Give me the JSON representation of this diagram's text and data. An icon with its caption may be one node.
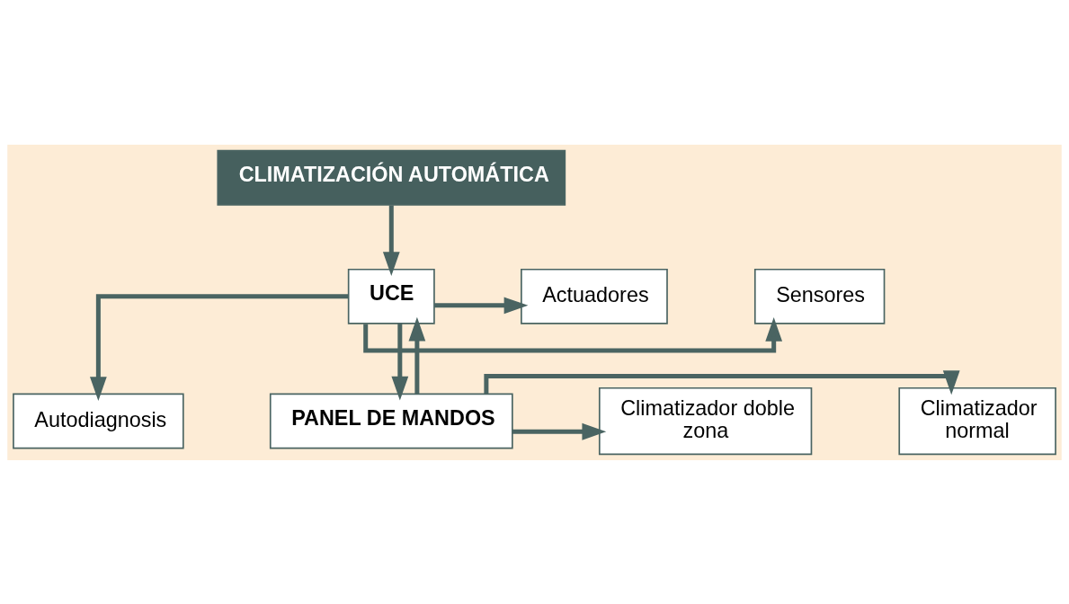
{
  "diagram": {
    "nodes": [
      {
        "text": [
          "CLIMATIZACIÓN AUTOMÁTICA"
        ]
      },
      {
        "text": [
          "Sensores"
        ]
      },
      {
        "text": [
          "UCE"
        ]
      },
      {
        "text": [
          "Actuadores"
        ]
      },
      {
        "text": [
          "Autodiagnosis"
        ]
      },
      {
        "text": [
          "Climatizador normal"
        ]
      },
      {
        "text": [
          "PANEL DE MANDOS"
        ]
      },
      {
        "text": [
          "Climatizador doble zona"
        ]
      }
    ],
    "edges": [
      {
        "from": 0,
        "to": 2,
        "arrow": "to"
      },
      {
        "from": 2,
        "to": 1,
        "arrow": "to"
      },
      {
        "from": 2,
        "to": 3,
        "arrow": "to"
      },
      {
        "from": 2,
        "to": 4,
        "arrow": "to"
      },
      {
        "from": 2,
        "to": 6,
        "arrow": "to"
      },
      {
        "from": 6,
        "to": 2,
        "arrow": "to"
      },
      {
        "from": 6,
        "to": 5,
        "arrow": "to"
      },
      {
        "from": 6,
        "to": 7,
        "arrow": "to"
      }
    ]
  }
}
